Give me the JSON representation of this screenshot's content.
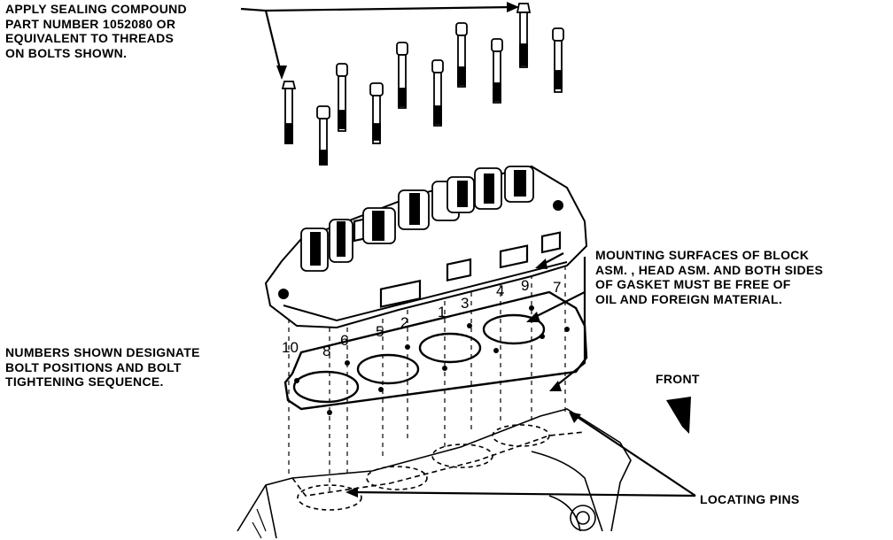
{
  "callouts": {
    "sealing": [
      "APPLY SEALING COMPOUND",
      "PART NUMBER 1052080 OR",
      "EQUIVALENT TO THREADS",
      "ON BOLTS SHOWN."
    ],
    "mounting": [
      "MOUNTING SURFACES OF BLOCK",
      "ASM. , HEAD ASM. AND BOTH SIDES",
      "OF GASKET MUST BE FREE OF",
      "OIL AND FOREIGN MATERIAL."
    ],
    "numbers": [
      "NUMBERS SHOWN DESIGNATE",
      "BOLT POSITIONS AND BOLT",
      "TIGHTENING SEQUENCE."
    ],
    "front": "FRONT",
    "pins": "LOCATING PINS"
  },
  "bolt_sequence": [
    "10",
    "8",
    "6",
    "5",
    "2",
    "1",
    "3",
    "4",
    "9",
    "7"
  ]
}
